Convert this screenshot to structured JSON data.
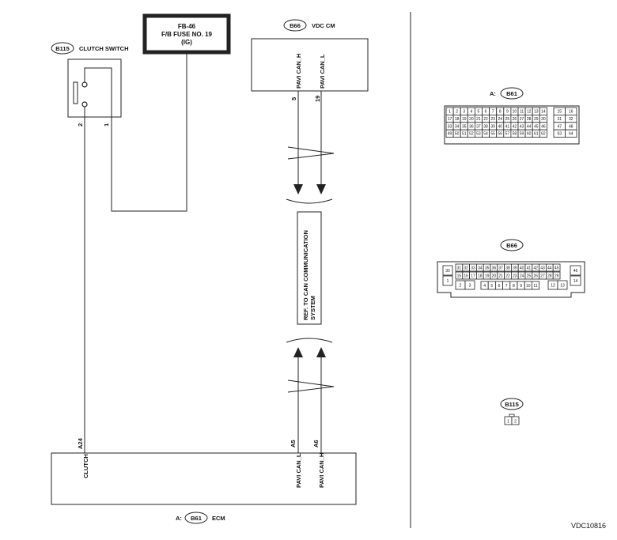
{
  "fuse": {
    "line1": "FB-46",
    "line2": "F/B FUSE NO. 19",
    "line3": "(IG)"
  },
  "clutch_switch": {
    "connector": "B115",
    "name": "CLUTCH SWITCH",
    "pin_2": "2",
    "pin_1": "1"
  },
  "vdc_cm": {
    "connector": "B66",
    "name": "VDC CM",
    "pin_can_h_label": "PAVI CAN_H",
    "pin_can_l_label": "PAVI CAN_L",
    "pin_can_h_num": "5",
    "pin_can_l_num": "19"
  },
  "ref_box": {
    "line1": "REF. TO CAN COMMUNICATION",
    "line2": "SYSTEM"
  },
  "ecm": {
    "prefix": "A:",
    "connector": "B61",
    "name": "ECM",
    "pin_a24": "A24",
    "pin_a5": "A5",
    "pin_a6": "A6",
    "label_clutch": "CLUTCH",
    "label_can_l": "PAVI CAN_L",
    "label_can_h": "PAVI CAN_H"
  },
  "connector_b61": {
    "prefix": "A:",
    "name": "B61",
    "main_rows": [
      [
        "1",
        "2",
        "3",
        "4",
        "5",
        "6",
        "7",
        "8",
        "9",
        "10",
        "11",
        "12",
        "13",
        "14"
      ],
      [
        "17",
        "18",
        "19",
        "20",
        "21",
        "22",
        "23",
        "24",
        "25",
        "26",
        "27",
        "28",
        "29",
        "30"
      ],
      [
        "33",
        "34",
        "35",
        "36",
        "37",
        "38",
        "39",
        "40",
        "41",
        "42",
        "43",
        "44",
        "45",
        "46"
      ],
      [
        "49",
        "50",
        "51",
        "52",
        "53",
        "54",
        "55",
        "56",
        "57",
        "58",
        "59",
        "60",
        "61",
        "62"
      ]
    ],
    "right_rows": [
      [
        "15",
        "16"
      ],
      [
        "31",
        "32"
      ],
      [
        "47",
        "48"
      ],
      [
        "63",
        "64"
      ]
    ]
  },
  "connector_b66": {
    "name": "B66",
    "left_top": "30",
    "left_bottom": "1",
    "right_top": "46",
    "right_bottom": "14",
    "row1": [
      "31",
      "32",
      "33",
      "34",
      "35",
      "36",
      "37",
      "38",
      "39",
      "40",
      "41",
      "42",
      "43",
      "44",
      "45"
    ],
    "row2": [
      "15",
      "16",
      "17",
      "18",
      "19",
      "20",
      "21",
      "22",
      "23",
      "24",
      "25",
      "26",
      "27",
      "28",
      "29"
    ],
    "row3_left": [
      "2",
      "3"
    ],
    "row3_mid": [
      "4",
      "5",
      "6",
      "7",
      "8",
      "9",
      "10",
      "11"
    ],
    "row3_right": [
      "12",
      "13"
    ]
  },
  "connector_b115": {
    "name": "B115",
    "pins": [
      "1",
      "2"
    ]
  },
  "diagram_code": "VDC10816"
}
